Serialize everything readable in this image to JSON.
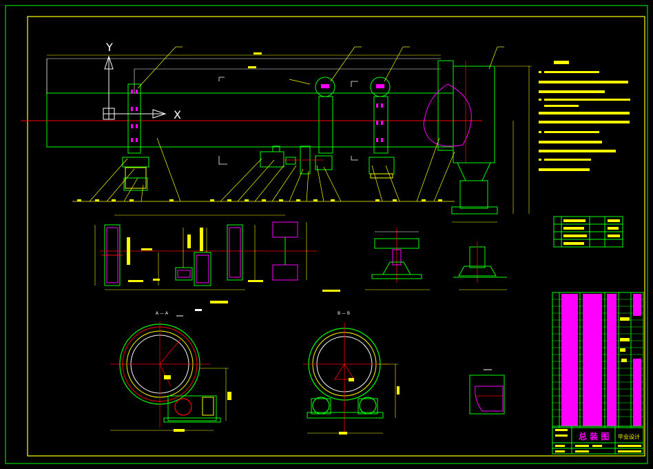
{
  "ucs": {
    "x_label": "X",
    "y_label": "Y"
  },
  "title_block": {
    "drawing_name": "总 装 图",
    "project": "毕业设计"
  },
  "section_labels": {
    "section_a": "A — A",
    "section_b": "B — B"
  },
  "colors": {
    "background": "#000000",
    "border": "#ffff00",
    "outline": "#00ff00",
    "centerline": "#ff0000",
    "part": "#ff00ff",
    "dimension": "#ffff00",
    "ucs": "#ffffff"
  }
}
